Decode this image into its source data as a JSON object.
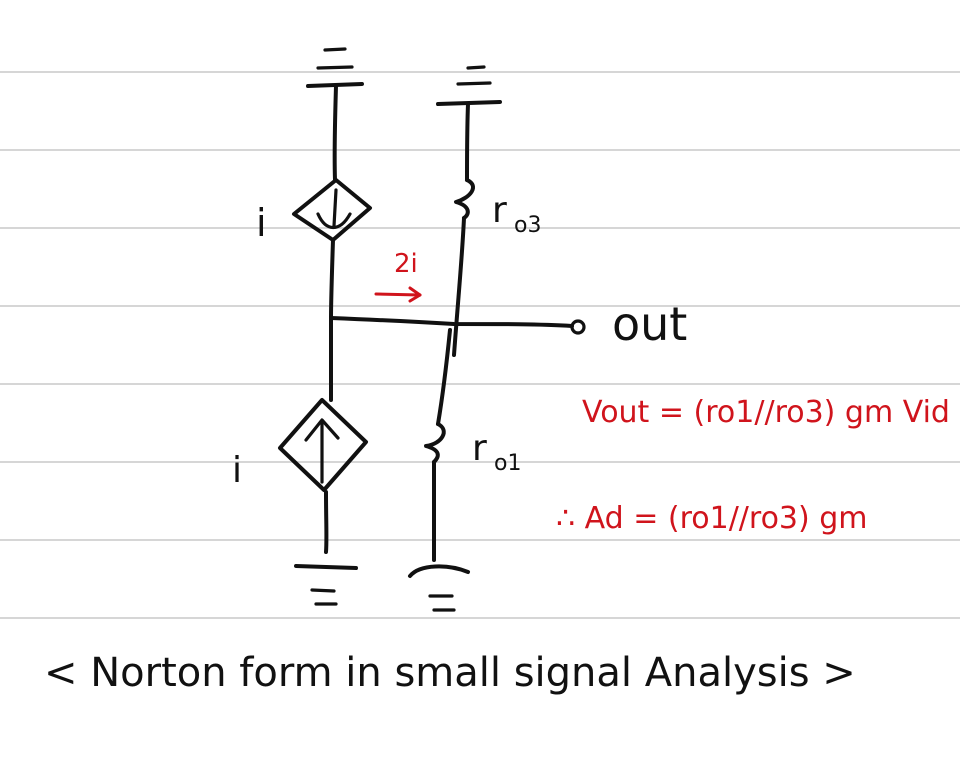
{
  "labels": {
    "top_source": "i",
    "bottom_source": "i",
    "r_top": "r",
    "r_top_sub": "o3",
    "r_bottom": "r",
    "r_bottom_sub": "o1",
    "current_arrow": "2i",
    "out": "out",
    "eq1": "Vout = (ro1//ro3) gm Vid",
    "eq2": "∴ Ad = (ro1//ro3) gm",
    "caption": "< Norton form in small signal Analysis >"
  },
  "colors": {
    "ink": "#111111",
    "annotation": "#d0141c",
    "rule_line": "#d6d6d6",
    "paper": "#ffffff"
  }
}
